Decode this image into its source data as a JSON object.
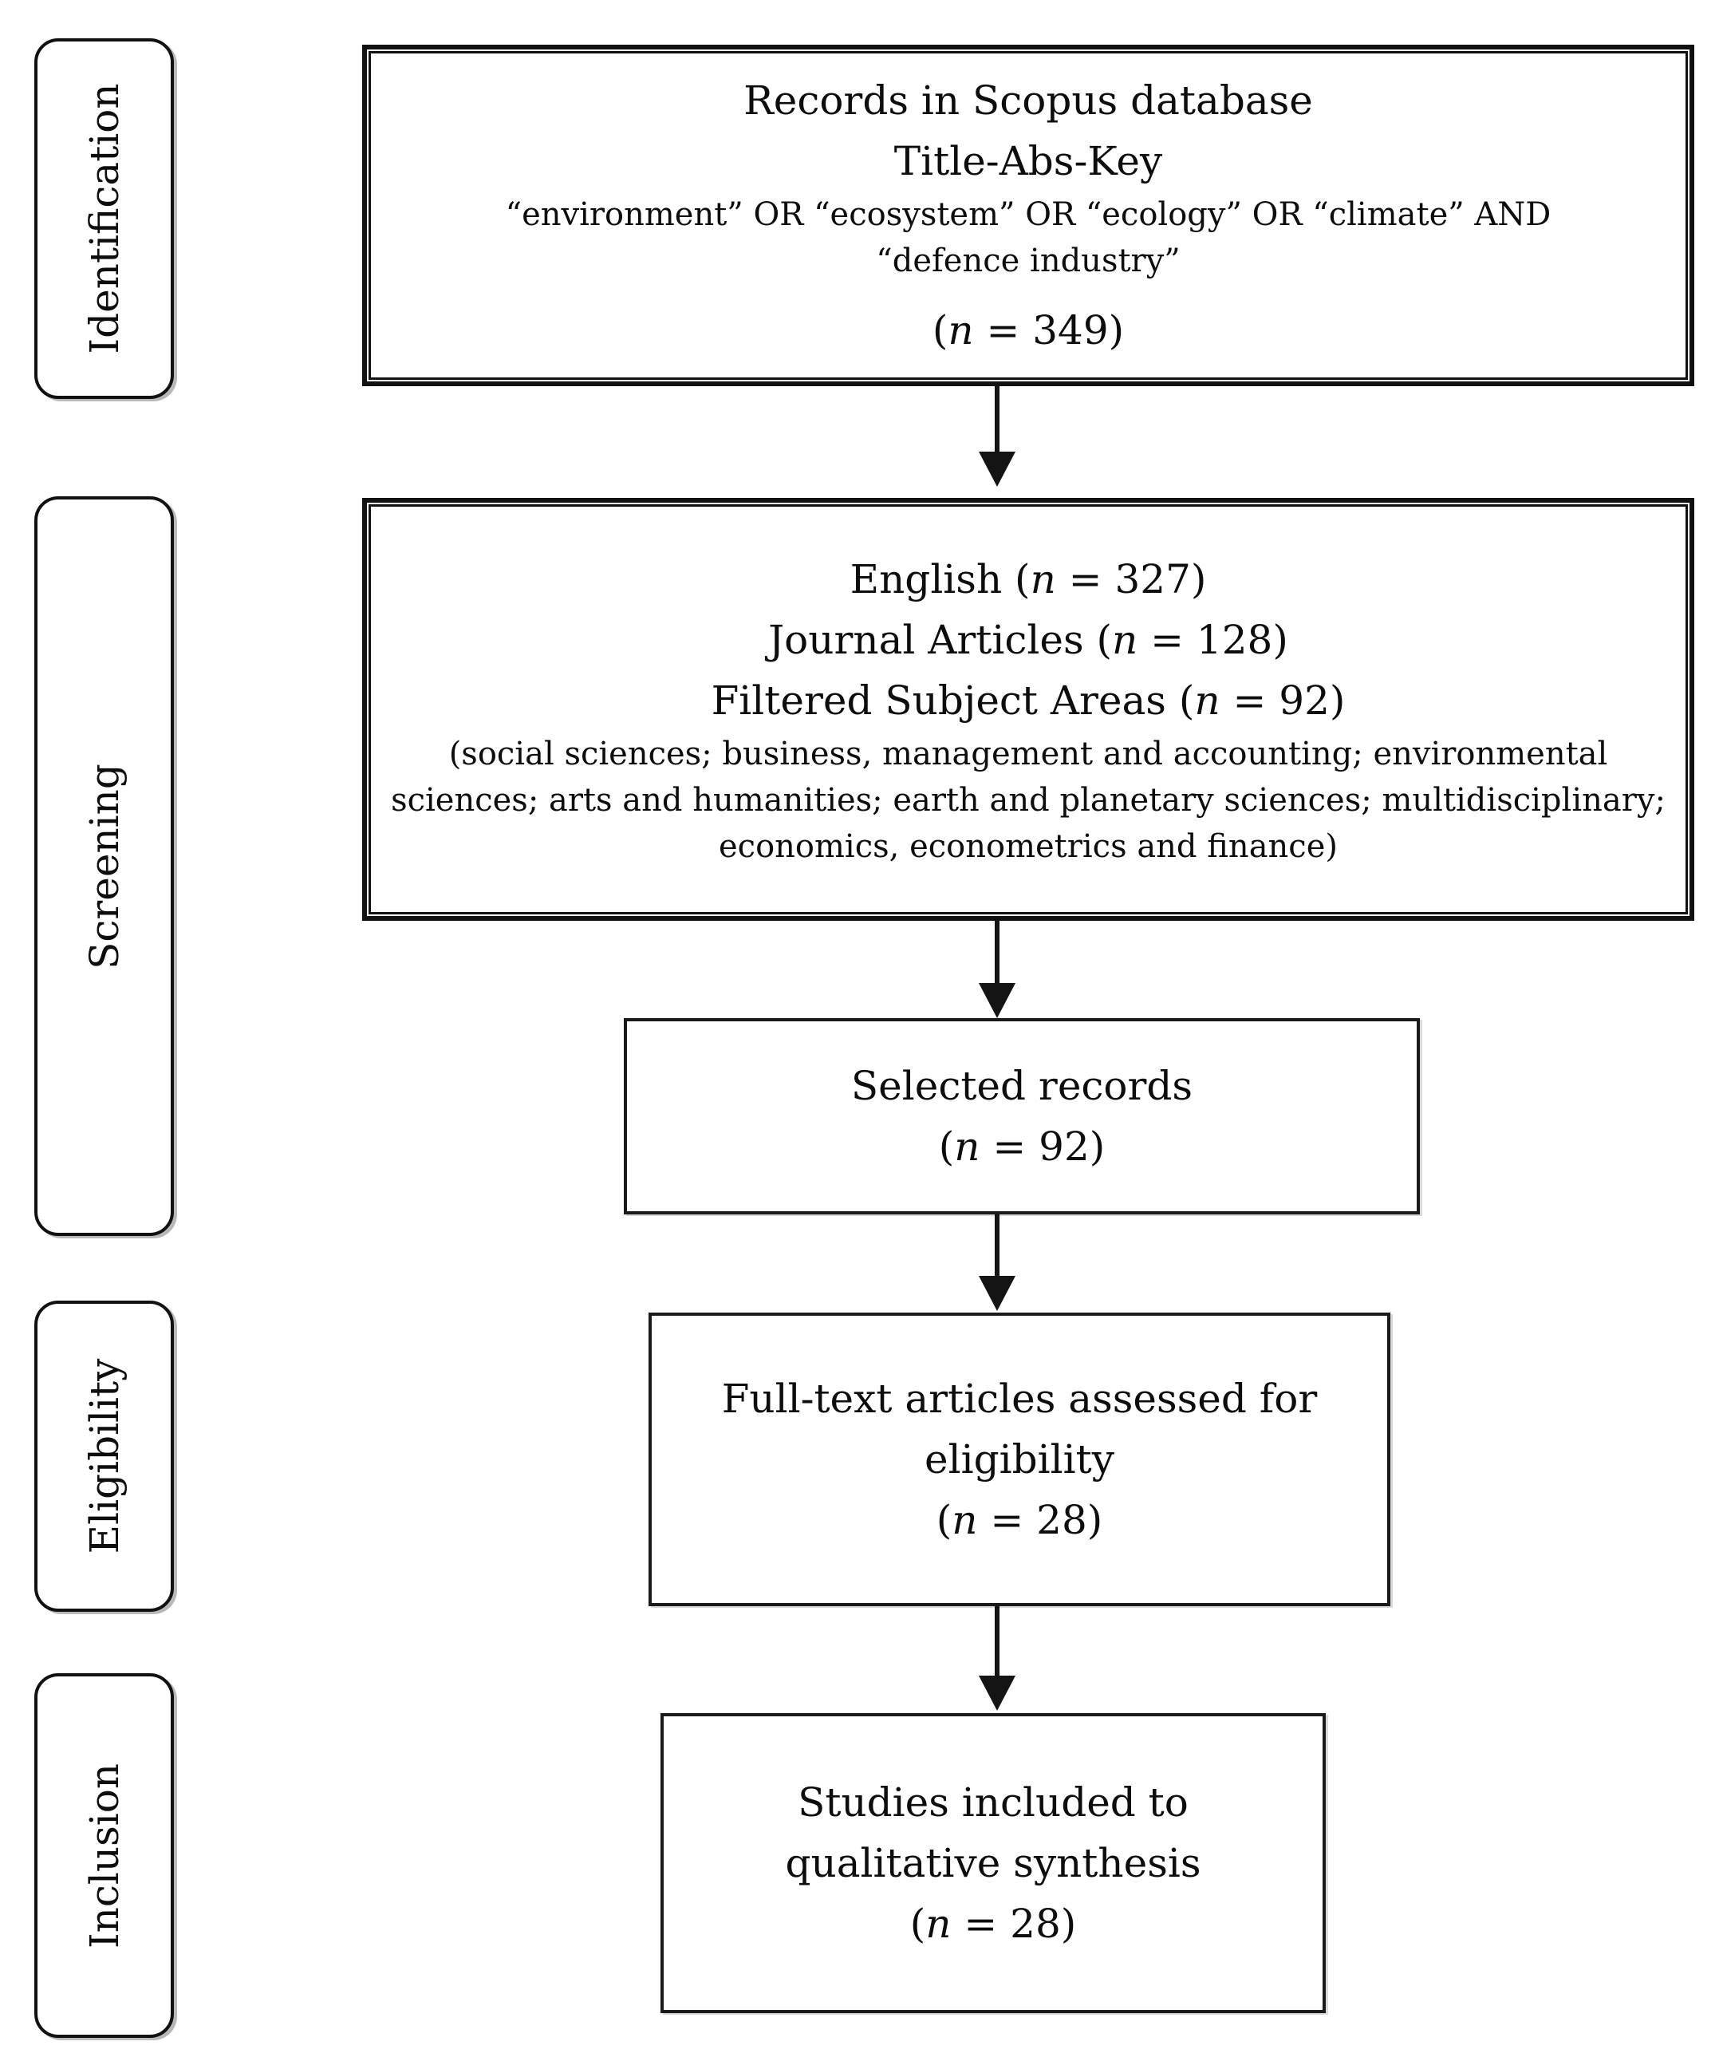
{
  "diagram": {
    "stages": [
      {
        "label": "Identification"
      },
      {
        "label": "Screening"
      },
      {
        "label": "Eligibility"
      },
      {
        "label": "Inclusion"
      }
    ],
    "boxes": {
      "records": {
        "title": "Records in Scopus database",
        "subtitle": "Title-Abs-Key",
        "query_lines": [
          "“environment” OR “ecosystem” OR “ecology” OR “climate” AND",
          "“defence industry”"
        ],
        "count": "(n = 349)"
      },
      "screening": {
        "lines": [
          "English (n = 327)",
          "Journal Articles (n = 128)",
          "Filtered Subject Areas (n = 92)"
        ],
        "subject_areas": "(social sciences; business, management and accounting; environmental sciences; arts and humanities; earth and planetary sciences; multidisciplinary; economics, econometrics and finance)"
      },
      "selected": {
        "title": "Selected records",
        "count": "(n = 92)"
      },
      "eligibility": {
        "lines": [
          "Full-text articles assessed for",
          "eligibility"
        ],
        "count": "(n = 28)"
      },
      "inclusion": {
        "lines": [
          "Studies included to",
          "qualitative synthesis"
        ],
        "count": "(n = 28)"
      }
    }
  }
}
